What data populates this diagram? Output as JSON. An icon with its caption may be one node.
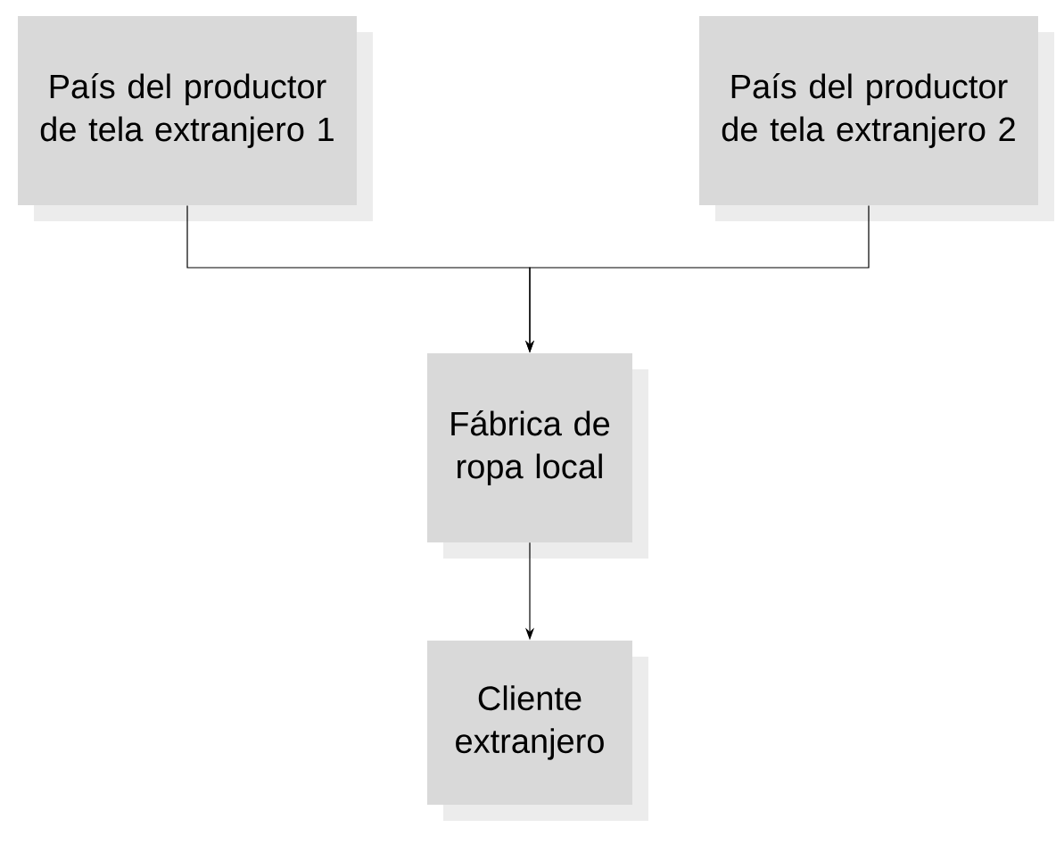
{
  "diagram": {
    "nodes": [
      {
        "text": [
          "País del productor de tela extranjero 1"
        ]
      },
      {
        "text": [
          "País del productor de tela extranjero 2"
        ]
      },
      {
        "text": [
          "Fábrica de ropa local"
        ]
      },
      {
        "text": [
          "Cliente extranjero"
        ]
      }
    ],
    "edges": [
      {
        "from": 0,
        "to": 2,
        "arrow": "to"
      },
      {
        "from": 1,
        "to": 2,
        "arrow": "to"
      },
      {
        "from": 2,
        "to": 3,
        "arrow": "to"
      }
    ]
  }
}
